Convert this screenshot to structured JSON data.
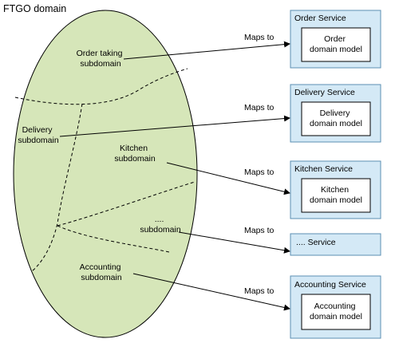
{
  "title": "FTGO domain",
  "colors": {
    "ellipse_fill": "#d6e6b9",
    "service_fill": "#d4e9f6",
    "service_border": "#5b8fb3",
    "line": "#000000"
  },
  "subdomains": [
    {
      "lines": [
        "Order taking",
        "subdomain"
      ]
    },
    {
      "lines": [
        "Delivery",
        "subdomain"
      ]
    },
    {
      "lines": [
        "Kitchen",
        "subdomain"
      ]
    },
    {
      "lines": [
        "....",
        "subdomain"
      ]
    },
    {
      "lines": [
        "Accounting",
        "subdomain"
      ]
    }
  ],
  "maps_to_label": "Maps to",
  "services": [
    {
      "title": "Order Service",
      "model_lines": [
        "Order",
        "domain model"
      ]
    },
    {
      "title": "Delivery Service",
      "model_lines": [
        "Delivery",
        "domain model"
      ]
    },
    {
      "title": "Kitchen Service",
      "model_lines": [
        "Kitchen",
        "domain model"
      ]
    },
    {
      "title": ".... Service",
      "model_lines": []
    },
    {
      "title": "Accounting Service",
      "model_lines": [
        "Accounting",
        "domain model"
      ]
    }
  ]
}
